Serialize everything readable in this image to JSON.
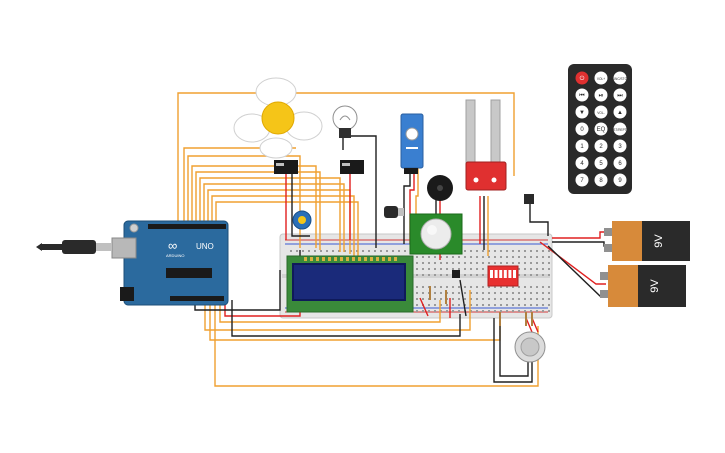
{
  "arduino": {
    "brand": "UNO",
    "sublabel": "ARDUINO",
    "logo": "∞"
  },
  "batteries": [
    {
      "label": "9V"
    },
    {
      "label": "9V"
    }
  ],
  "remote": {
    "keys": [
      "⏻",
      "VOL+",
      "FUNC/STOP",
      "⏮",
      "⏯",
      "⏭",
      "▼",
      "VOL-",
      "▲",
      "0",
      "EQ",
      "ST/REPT",
      "1",
      "2",
      "3",
      "4",
      "5",
      "6",
      "7",
      "8",
      "9"
    ]
  },
  "colors": {
    "wire_orange": "#f0a030",
    "wire_red": "#e02020",
    "wire_black": "#202020",
    "arduino_blue": "#2b6a9e",
    "lcd_green": "#3a8a3a",
    "lcd_screen": "#1a2a7a",
    "battery_orange": "#d78a3a",
    "servo_blue": "#3a7fd0",
    "sensor_red": "#e03030",
    "pcb_green": "#2a8a2a",
    "remote_dark": "#2a2a2a"
  },
  "icons": [
    "usb-cable-icon",
    "fan-icon",
    "lightbulb-icon",
    "buzzer-icon",
    "servo-icon",
    "potentiometer-icon",
    "pir-sensor-icon",
    "dip-switch-icon",
    "gas-sensor-icon",
    "soil-moisture-icon"
  ]
}
